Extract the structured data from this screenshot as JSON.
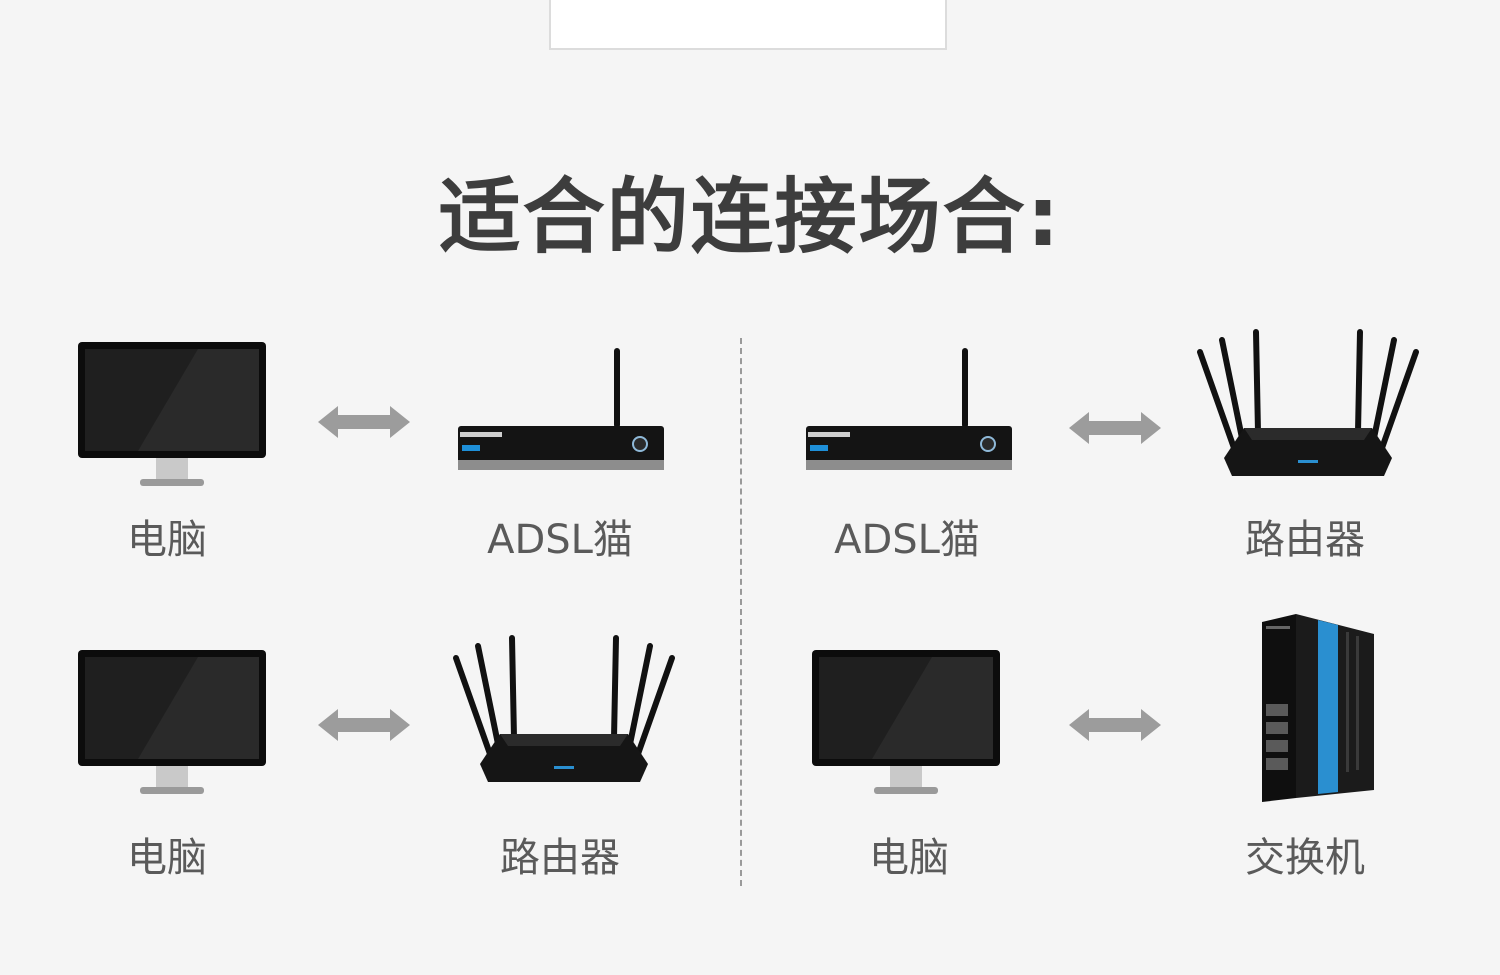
{
  "title": "适合的连接场合:",
  "colors": {
    "background": "#f5f5f5",
    "title": "#3d3d3d",
    "label": "#5a5a5a",
    "arrow": "#9c9c9c",
    "switch_accent": "#2a8fd0"
  },
  "scenarios": [
    {
      "left": "电脑",
      "right": "ADSL猫",
      "left_icon": "monitor-icon",
      "right_icon": "modem-icon"
    },
    {
      "left": "ADSL猫",
      "right": "路由器",
      "left_icon": "modem-icon",
      "right_icon": "router-icon"
    },
    {
      "left": "电脑",
      "right": "路由器",
      "left_icon": "monitor-icon",
      "right_icon": "router-icon"
    },
    {
      "left": "电脑",
      "right": "交换机",
      "left_icon": "monitor-icon",
      "right_icon": "switch-icon"
    }
  ]
}
